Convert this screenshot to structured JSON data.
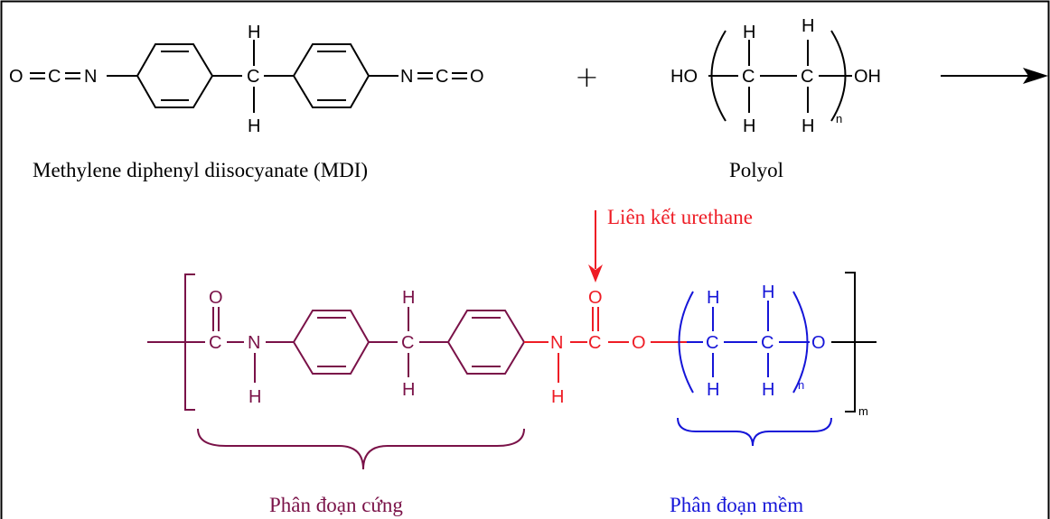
{
  "colors": {
    "black": "#000000",
    "hard": "#7a1248",
    "urethane": "#ee1c25",
    "soft": "#1515d8"
  },
  "reactants": {
    "mdi_name": "Methylene diphenyl diisocyanate (MDI)",
    "polyol_name": "Polyol",
    "plus": "+"
  },
  "labels": {
    "linkage": "Liên kết urethane",
    "hard_segment": "Phân đoạn cứng",
    "soft_segment": "Phân đoạn mềm"
  },
  "atoms": {
    "O": "O",
    "C": "C",
    "N": "N",
    "H": "H",
    "HO": "HO",
    "OH": "OH",
    "n": "n",
    "m": "m"
  }
}
